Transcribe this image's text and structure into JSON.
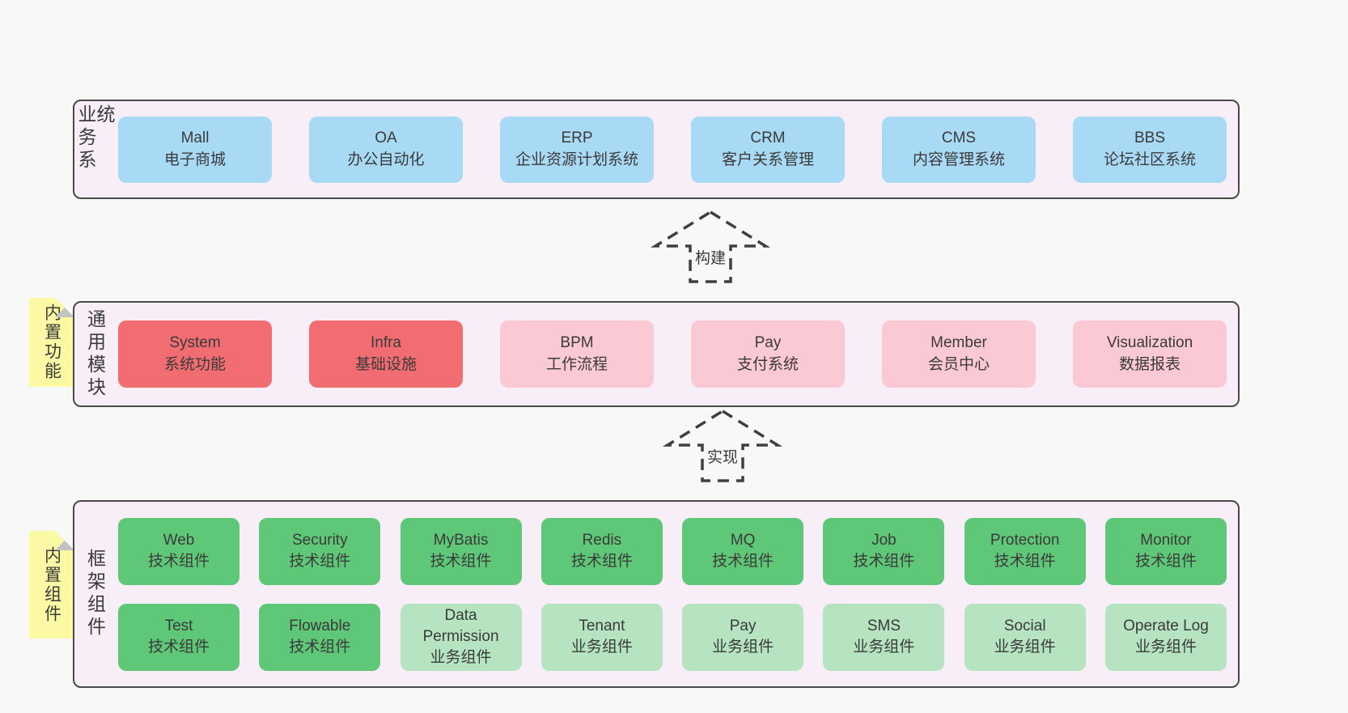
{
  "colors": {
    "background": "#f8f8f8",
    "panel_bg": "#f8eef7",
    "panel_border": "#4a4a4a",
    "blue_box": "#a9daf5",
    "red_box": "#f16d71",
    "pink_box": "#fac9d3",
    "green_box": "#5fc878",
    "light_green_box": "#b6e4c0",
    "note_yellow": "#fbf9a3",
    "note_fold_gray": "#c3c3c3",
    "text": "#3a3a3a",
    "arrow_stroke": "#3f3f3f"
  },
  "arrows": [
    {
      "label": "构建"
    },
    {
      "label": "实现"
    }
  ],
  "panels": [
    {
      "label": "业务系统",
      "note": null,
      "rows": [
        [
          {
            "name": "Mall",
            "sub": "电子商城",
            "type": "blue"
          },
          {
            "name": "OA",
            "sub": "办公自动化",
            "type": "blue"
          },
          {
            "name": "ERP",
            "sub": "企业资源计划系统",
            "type": "blue"
          },
          {
            "name": "CRM",
            "sub": "客户关系管理",
            "type": "blue"
          },
          {
            "name": "CMS",
            "sub": "内容管理系统",
            "type": "blue"
          },
          {
            "name": "BBS",
            "sub": "论坛社区系统",
            "type": "blue"
          }
        ]
      ]
    },
    {
      "label": "通用模块",
      "note": "内置功能",
      "rows": [
        [
          {
            "name": "System",
            "sub": "系统功能",
            "type": "red"
          },
          {
            "name": "Infra",
            "sub": "基础设施",
            "type": "red"
          },
          {
            "name": "BPM",
            "sub": "工作流程",
            "type": "pink"
          },
          {
            "name": "Pay",
            "sub": "支付系统",
            "type": "pink"
          },
          {
            "name": "Member",
            "sub": "会员中心",
            "type": "pink"
          },
          {
            "name": "Visualization",
            "sub": "数据报表",
            "type": "pink"
          }
        ]
      ]
    },
    {
      "label": "框架组件",
      "note": "内置组件",
      "rows": [
        [
          {
            "name": "Web",
            "sub": "技术组件",
            "type": "green"
          },
          {
            "name": "Security",
            "sub": "技术组件",
            "type": "green"
          },
          {
            "name": "MyBatis",
            "sub": "技术组件",
            "type": "green"
          },
          {
            "name": "Redis",
            "sub": "技术组件",
            "type": "green"
          },
          {
            "name": "MQ",
            "sub": "技术组件",
            "type": "green"
          },
          {
            "name": "Job",
            "sub": "技术组件",
            "type": "green"
          },
          {
            "name": "Protection",
            "sub": "技术组件",
            "type": "green"
          },
          {
            "name": "Monitor",
            "sub": "技术组件",
            "type": "green"
          }
        ],
        [
          {
            "name": "Test",
            "sub": "技术组件",
            "type": "green"
          },
          {
            "name": "Flowable",
            "sub": "技术组件",
            "type": "green"
          },
          {
            "name": "Data Permission",
            "sub": "业务组件",
            "type": "lightgreen"
          },
          {
            "name": "Tenant",
            "sub": "业务组件",
            "type": "lightgreen"
          },
          {
            "name": "Pay",
            "sub": "业务组件",
            "type": "lightgreen"
          },
          {
            "name": "SMS",
            "sub": "业务组件",
            "type": "lightgreen"
          },
          {
            "name": "Social",
            "sub": "业务组件",
            "type": "lightgreen"
          },
          {
            "name": "Operate Log",
            "sub": "业务组件",
            "type": "lightgreen"
          }
        ]
      ]
    }
  ]
}
